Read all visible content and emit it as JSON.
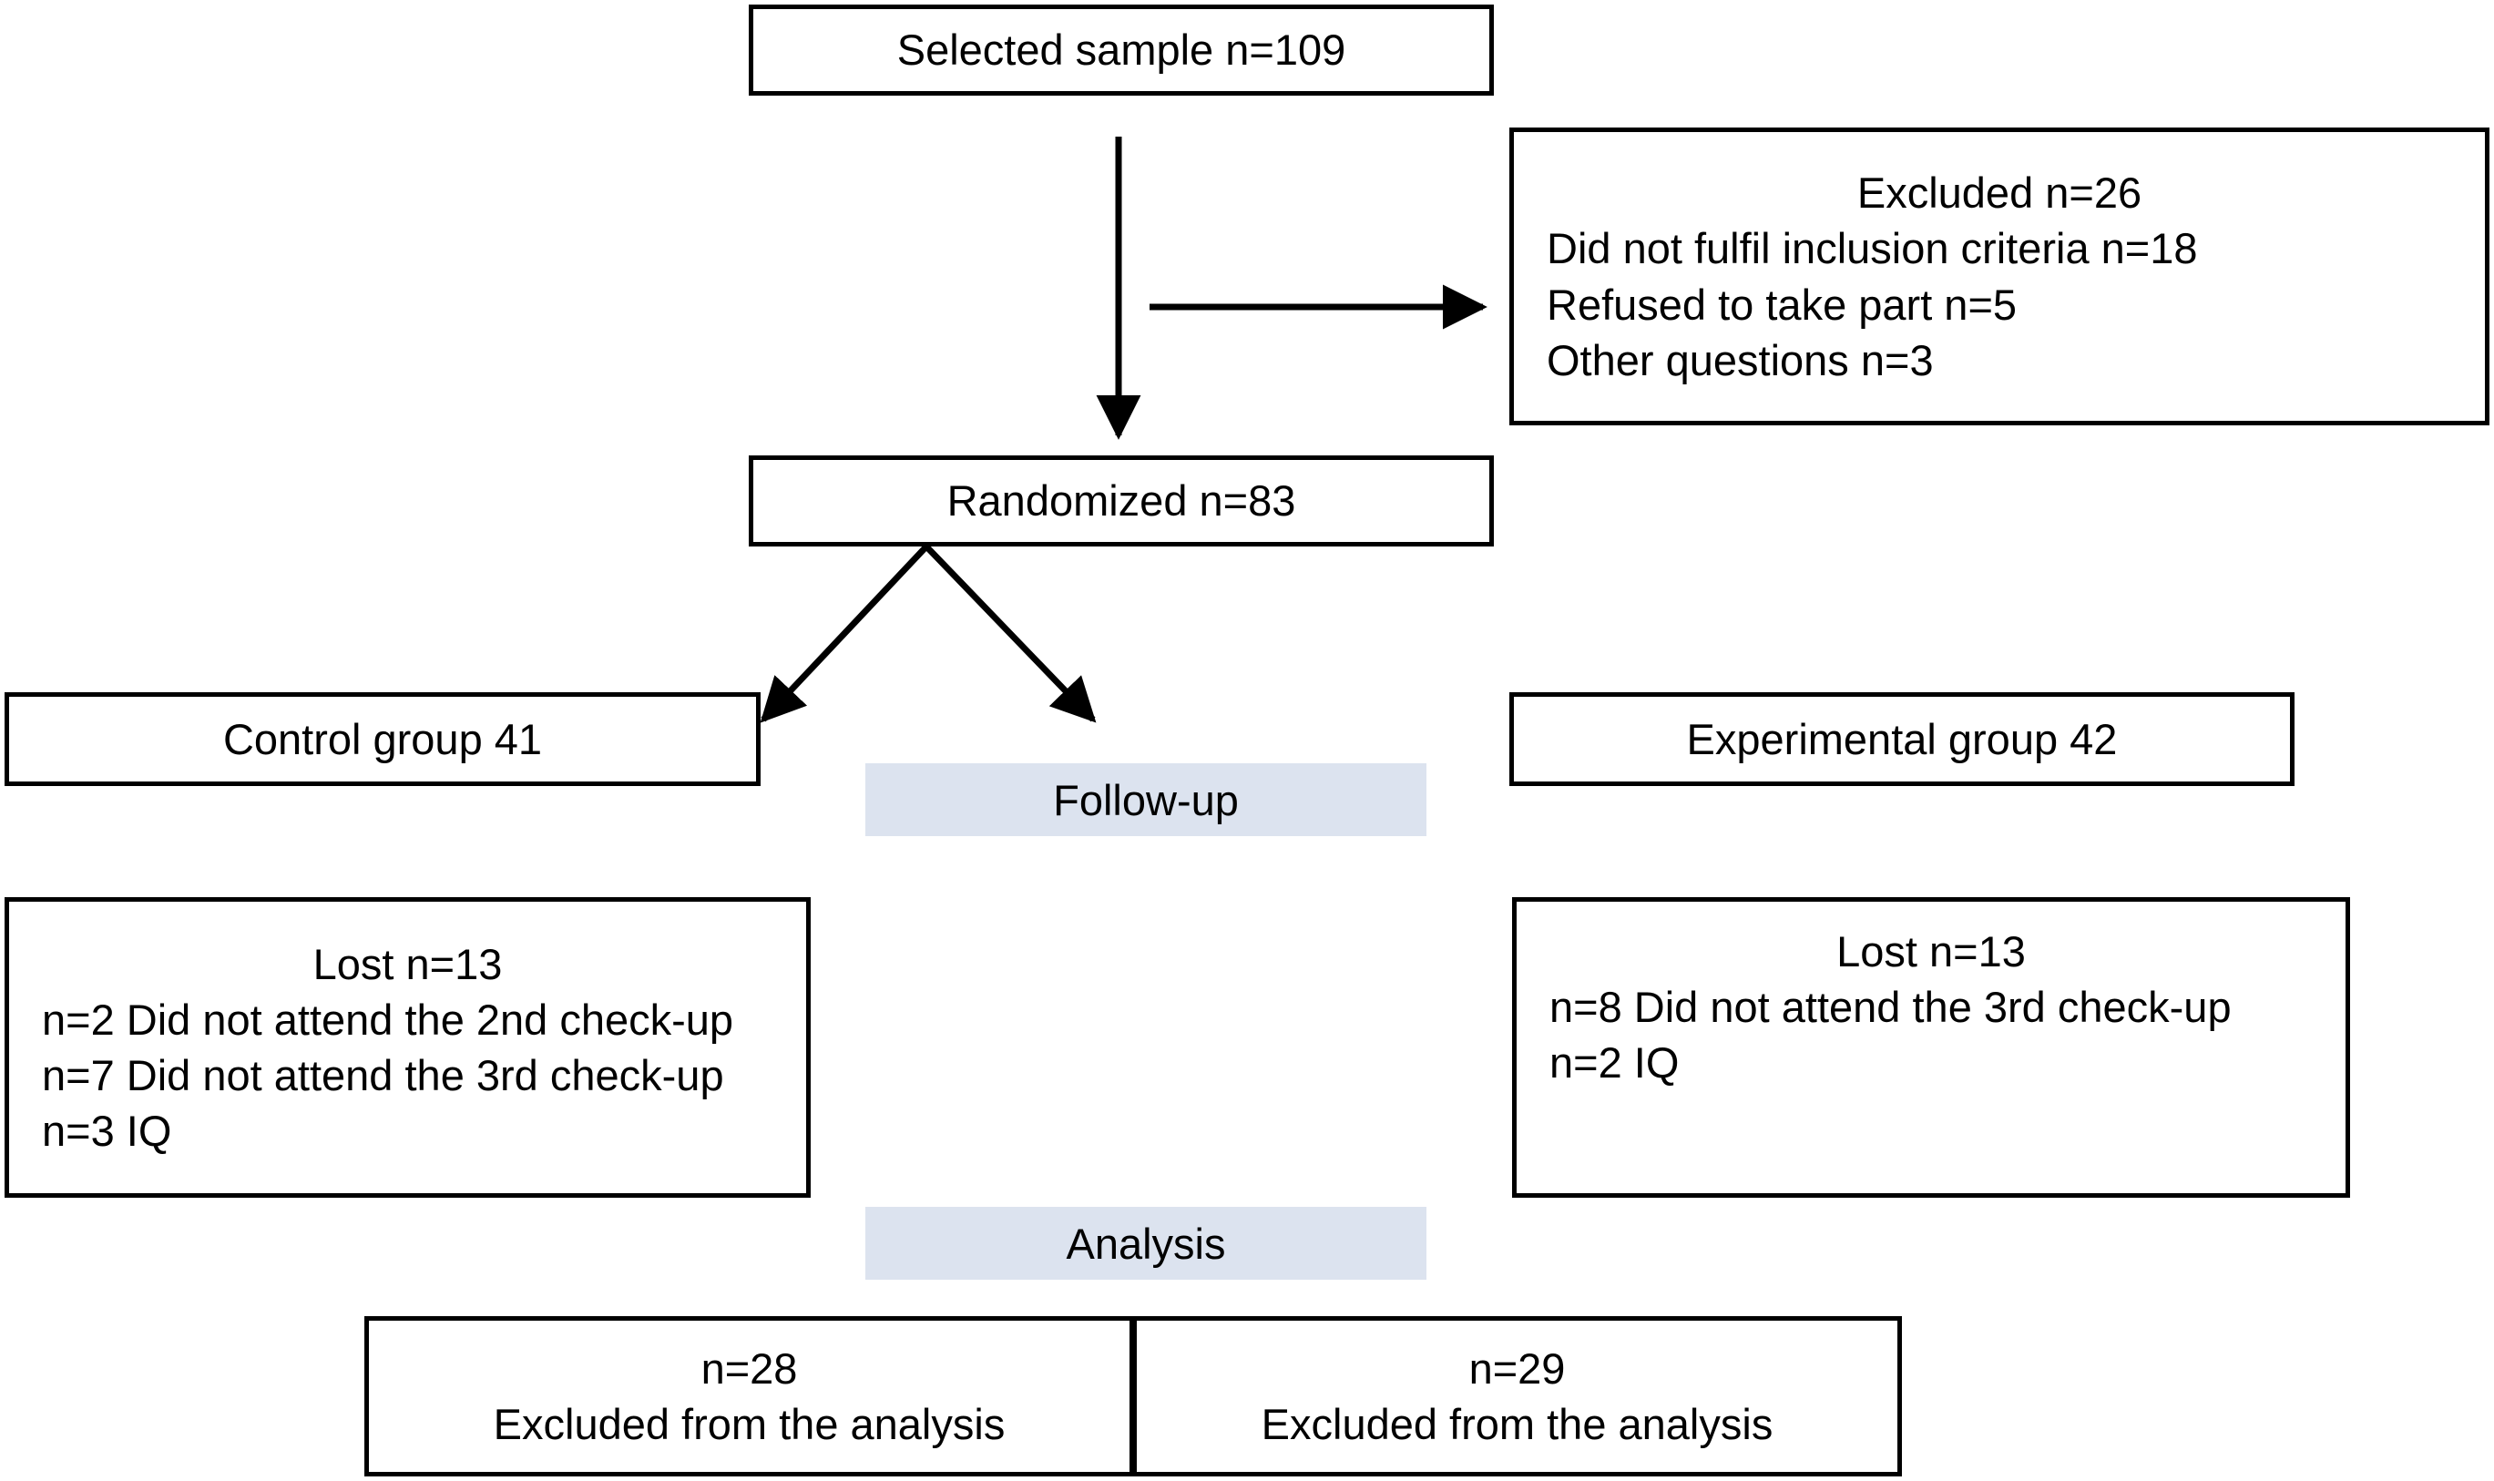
{
  "diagram": {
    "title": "CONSORT participant flow diagram",
    "accent_banner_color": "#dce3ef",
    "line_color": "#000000",
    "nodes": {
      "selected_sample": {
        "lines": [
          "Selected sample n=109"
        ]
      },
      "excluded": {
        "lines": [
          "Excluded n=26",
          "Did not fulfil inclusion criteria n=18",
          "Refused to take part n=5",
          "Other questions n=3"
        ]
      },
      "randomized": {
        "lines": [
          "Randomized n=83"
        ]
      },
      "control_group": {
        "lines": [
          "Control group 41"
        ]
      },
      "experimental_group": {
        "lines": [
          "Experimental group 42"
        ]
      },
      "followup_banner": {
        "label": "Follow-up"
      },
      "lost_control": {
        "lines": [
          "Lost n=13",
          "n=2 Did not attend the 2nd check-up",
          "n=7 Did not attend the 3rd check-up",
          "n=3 IQ"
        ]
      },
      "lost_experimental": {
        "lines": [
          "Lost n=13",
          "n=8 Did not attend the 3rd check-up",
          "n=2 IQ"
        ]
      },
      "analysis_banner": {
        "label": "Analysis"
      },
      "excluded_analysis_control": {
        "lines": [
          "n=28",
          "Excluded from the analysis"
        ]
      },
      "excluded_analysis_experimental": {
        "lines": [
          "n=29",
          "Excluded from the analysis"
        ]
      }
    },
    "edges": [
      {
        "name": "selected-to-randomized",
        "from": "selected_sample",
        "to": "randomized",
        "style": "vertical-arrow"
      },
      {
        "name": "selected-to-excluded",
        "from": "selected_sample",
        "to": "excluded",
        "style": "horizontal-arrow"
      },
      {
        "name": "randomized-to-control",
        "from": "randomized",
        "to": "control_group",
        "style": "diagonal-arrow"
      },
      {
        "name": "randomized-to-experimental",
        "from": "randomized",
        "to": "experimental_group",
        "style": "diagonal-arrow"
      }
    ]
  }
}
